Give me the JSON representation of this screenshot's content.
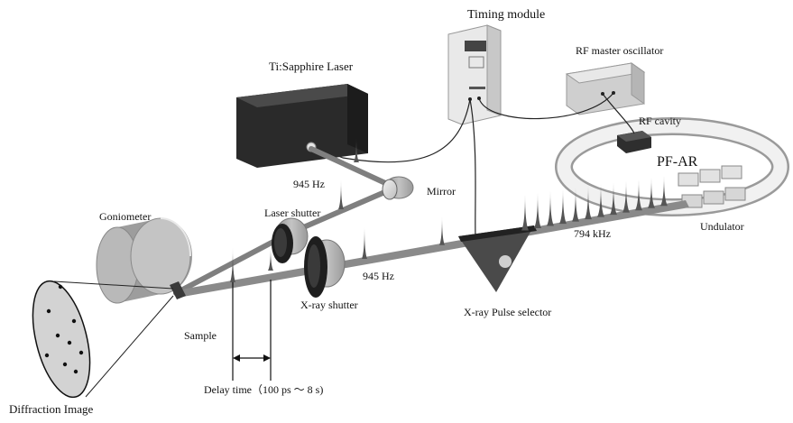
{
  "labels": {
    "timing_module": "Timing module",
    "laser": "Ti:Sapphire Laser",
    "rf_oscillator": "RF master oscillator",
    "rf_cavity": "RF cavity",
    "pf_ar": "PF-AR",
    "undulator": "Undulator",
    "mirror": "Mirror",
    "goniometer": "Goniometer",
    "laser_shutter": "Laser shutter",
    "freq_laser": "945 Hz",
    "freq_xray": "945 Hz",
    "freq_ring": "794 kHz",
    "xray_shutter": "X-ray shutter",
    "pulse_selector": "X-ray Pulse selector",
    "sample": "Sample",
    "delay_time": "Delay time（100 ps ～ 8 s)",
    "diffraction_image": "Diffraction Image"
  },
  "colors": {
    "laser_box": "#2b2b2b",
    "beam": "#7a7a7a",
    "ring": "#e8e8e8",
    "device": "#d4d4d4",
    "goniometer": "#a8a8a8",
    "cavity": "#333333"
  }
}
